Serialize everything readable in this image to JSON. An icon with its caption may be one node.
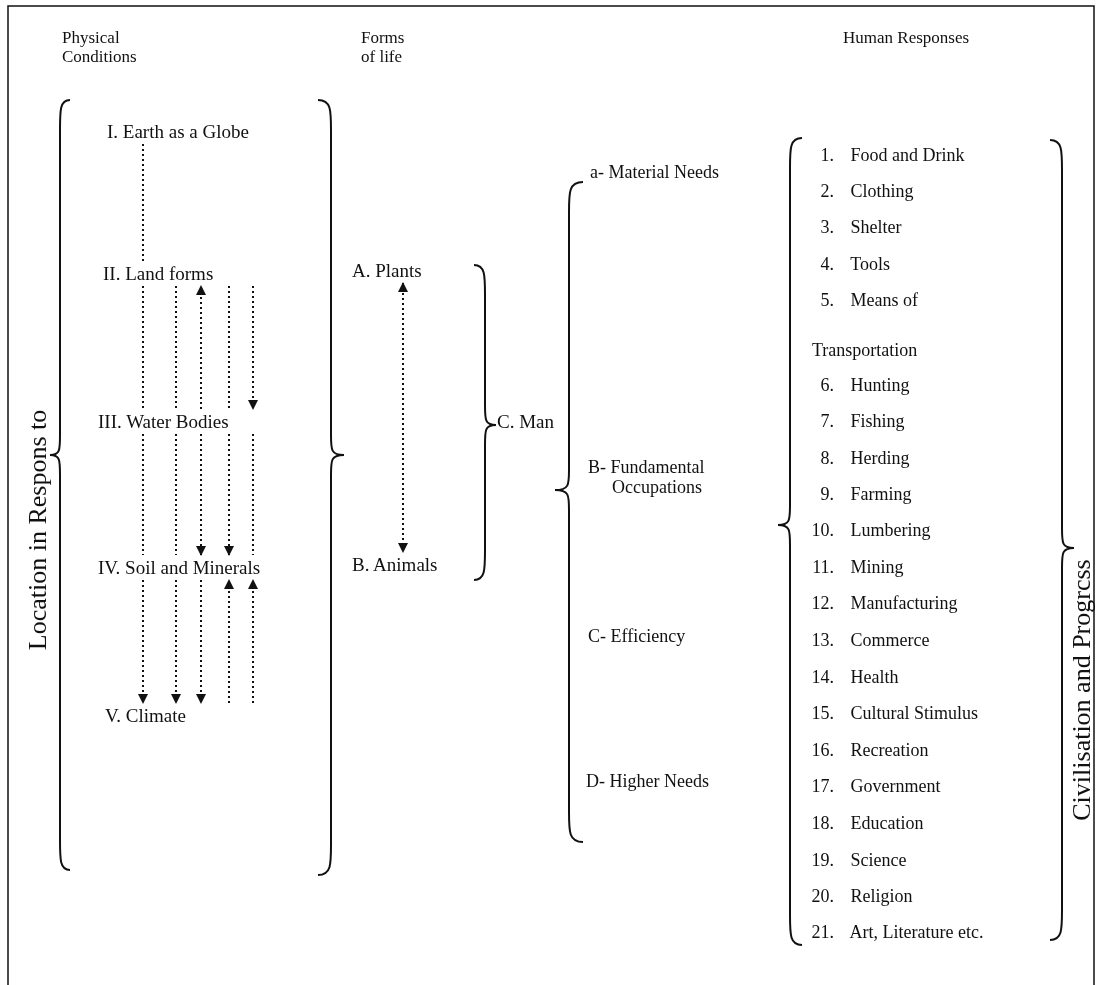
{
  "diagram": {
    "nodes": [
      {
        "text": [
          "I. Earth as a Globe"
        ]
      },
      {
        "text": [
          "II. Land forms"
        ]
      },
      {
        "text": [
          "III. Water Bodies"
        ]
      },
      {
        "text": [
          "IV. Soil and Minerals"
        ]
      },
      {
        "text": [
          "V. Climate"
        ]
      },
      {
        "text": [
          "A. Plants"
        ]
      },
      {
        "text": [
          "B. Animals"
        ]
      }
    ],
    "edges": [
      {
        "from": 0,
        "to": 1,
        "arrow": "none"
      },
      {
        "from": 1,
        "to": 2,
        "arrow": "none"
      },
      {
        "from": 2,
        "to": 3,
        "arrow": "none"
      },
      {
        "from": 3,
        "to": 4,
        "arrow": "to"
      },
      {
        "from": 1,
        "to": 2,
        "arrow": "none"
      },
      {
        "from": 2,
        "to": 3,
        "arrow": "none"
      },
      {
        "from": 3,
        "to": 4,
        "arrow": "to"
      },
      {
        "from": 2,
        "to": 1,
        "arrow": "to"
      },
      {
        "from": 2,
        "to": 3,
        "arrow": "to"
      },
      {
        "from": 3,
        "to": 4,
        "arrow": "to"
      },
      {
        "from": 1,
        "to": 2,
        "arrow": "none"
      },
      {
        "from": 2,
        "to": 3,
        "arrow": "to"
      },
      {
        "from": 4,
        "to": 3,
        "arrow": "to"
      },
      {
        "from": 1,
        "to": 2,
        "arrow": "to"
      },
      {
        "from": 2,
        "to": 3,
        "arrow": "none"
      },
      {
        "from": 4,
        "to": 3,
        "arrow": "to"
      },
      {
        "from": 5,
        "to": 6,
        "arrow": "both"
      }
    ],
    "labels": [
      "Physical Conditions",
      "Forms of life",
      "Human Responses",
      "Location in Respons to",
      "C. Man",
      "a- Material Needs",
      "B- Fundamental Occupations",
      "C- Efficiency",
      "D- Higher Needs",
      "1. Food and Drink",
      "2. Clothing",
      "3. Shelter",
      "4. Tools",
      "5. Means of",
      "Transportation",
      "6. Hunting",
      "7. Fishing",
      "8. Herding",
      "9. Farming",
      "10. Lumbering",
      "11. Mining",
      "12. Manufacturing",
      "13. Commerce",
      "14. Health",
      "15. Cultural Stimulus",
      "16. Recreation",
      "17. Government",
      "18. Education",
      "19. Science",
      "20. Religion",
      "21. Art, Literature etc.",
      "Civilisation and Progrcss"
    ]
  }
}
